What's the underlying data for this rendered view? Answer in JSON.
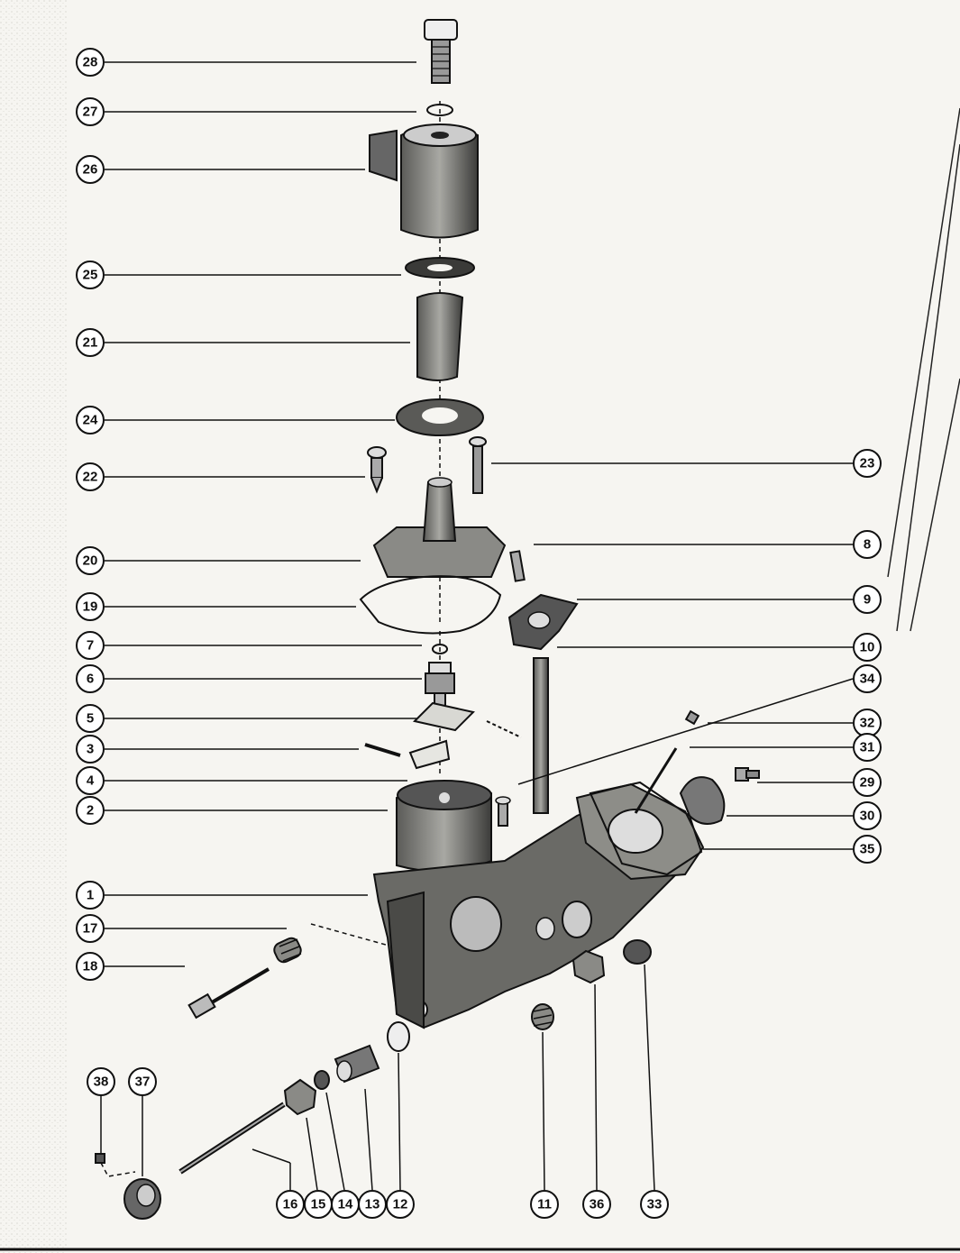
{
  "diagram": {
    "colors": {
      "ink": "#111111",
      "paper": "#f6f5f1",
      "shade": "#8a8a86",
      "dark": "#3a3a38"
    },
    "callouts": [
      {
        "id": "c28",
        "label": "28"
      },
      {
        "id": "c27",
        "label": "27"
      },
      {
        "id": "c26",
        "label": "26"
      },
      {
        "id": "c25",
        "label": "25"
      },
      {
        "id": "c21",
        "label": "21"
      },
      {
        "id": "c24",
        "label": "24"
      },
      {
        "id": "c22",
        "label": "22"
      },
      {
        "id": "c20",
        "label": "20"
      },
      {
        "id": "c19",
        "label": "19"
      },
      {
        "id": "c7",
        "label": "7"
      },
      {
        "id": "c6",
        "label": "6"
      },
      {
        "id": "c5",
        "label": "5"
      },
      {
        "id": "c3",
        "label": "3"
      },
      {
        "id": "c4",
        "label": "4"
      },
      {
        "id": "c2",
        "label": "2"
      },
      {
        "id": "c1",
        "label": "1"
      },
      {
        "id": "c17",
        "label": "17"
      },
      {
        "id": "c18",
        "label": "18"
      },
      {
        "id": "c23",
        "label": "23"
      },
      {
        "id": "c8",
        "label": "8"
      },
      {
        "id": "c9",
        "label": "9"
      },
      {
        "id": "c10",
        "label": "10"
      },
      {
        "id": "c34",
        "label": "34"
      },
      {
        "id": "c32",
        "label": "32"
      },
      {
        "id": "c31",
        "label": "31"
      },
      {
        "id": "c29",
        "label": "29"
      },
      {
        "id": "c30",
        "label": "30"
      },
      {
        "id": "c35",
        "label": "35"
      },
      {
        "id": "c38",
        "label": "38"
      },
      {
        "id": "c37",
        "label": "37"
      },
      {
        "id": "c16",
        "label": "16"
      },
      {
        "id": "c15",
        "label": "15"
      },
      {
        "id": "c14",
        "label": "14"
      },
      {
        "id": "c13",
        "label": "13"
      },
      {
        "id": "c12",
        "label": "12"
      },
      {
        "id": "c11",
        "label": "11"
      },
      {
        "id": "c36",
        "label": "36"
      },
      {
        "id": "c33",
        "label": "33"
      }
    ]
  }
}
